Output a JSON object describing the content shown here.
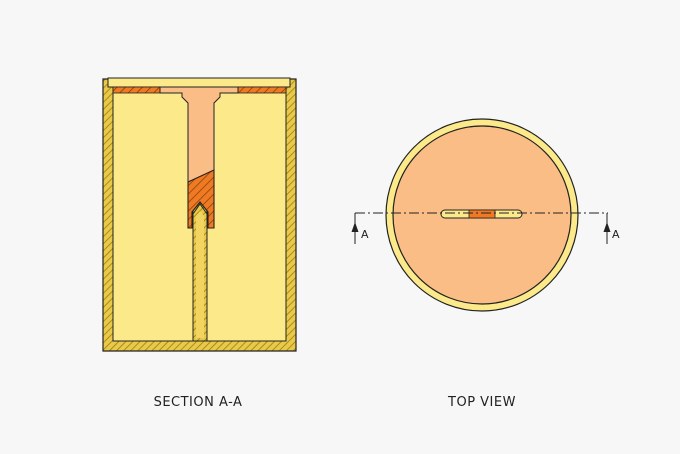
{
  "section_view": {
    "caption": "SECTION A-A"
  },
  "top_view": {
    "caption": "TOP VIEW",
    "cut_label_left": "A",
    "cut_label_right": "A"
  },
  "colors": {
    "body_yellow": "#fbe98a",
    "hatch_yellow": "#d8b52c",
    "core_orange": "#f9bd85",
    "part_orange": "#f07a24",
    "outline": "#222222",
    "background": "#f7f7f7"
  }
}
